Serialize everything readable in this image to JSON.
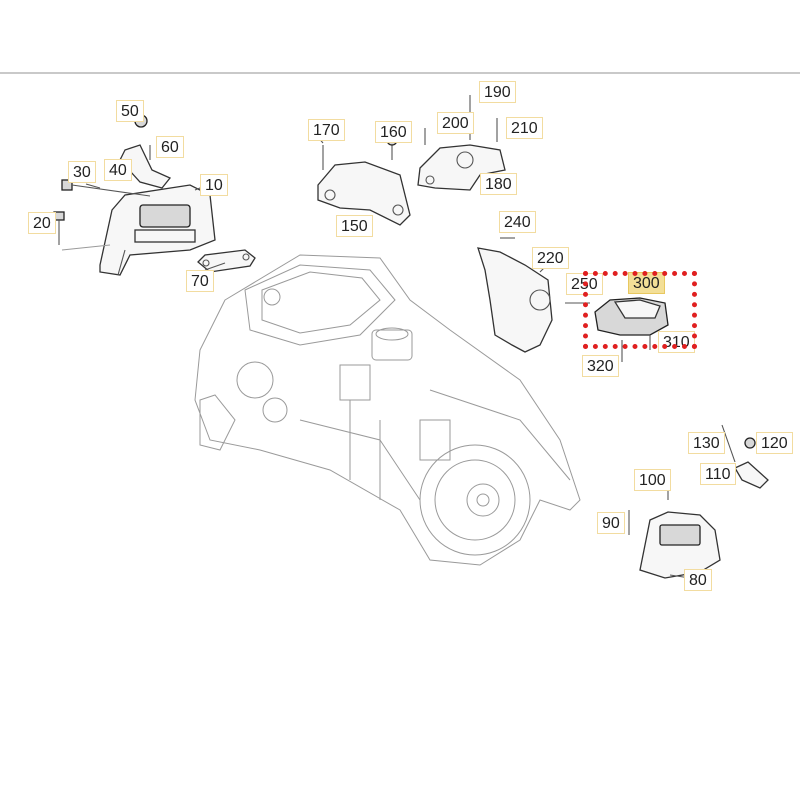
{
  "callouts": {
    "c10": "10",
    "c20": "20",
    "c30": "30",
    "c40": "40",
    "c50": "50",
    "c60": "60",
    "c70": "70",
    "c80": "80",
    "c90": "90",
    "c100": "100",
    "c110": "110",
    "c120": "120",
    "c130": "130",
    "c150": "150",
    "c160": "160",
    "c170": "170",
    "c180": "180",
    "c190": "190",
    "c200": "200",
    "c210": "210",
    "c220": "220",
    "c240": "240",
    "c250": "250",
    "c300": "300",
    "c310": "310",
    "c320": "320"
  },
  "selected_callout": "300",
  "colors": {
    "highlight": "#f3df97",
    "selection_marker": "#e02020",
    "callout_border": "#f2dca0"
  }
}
